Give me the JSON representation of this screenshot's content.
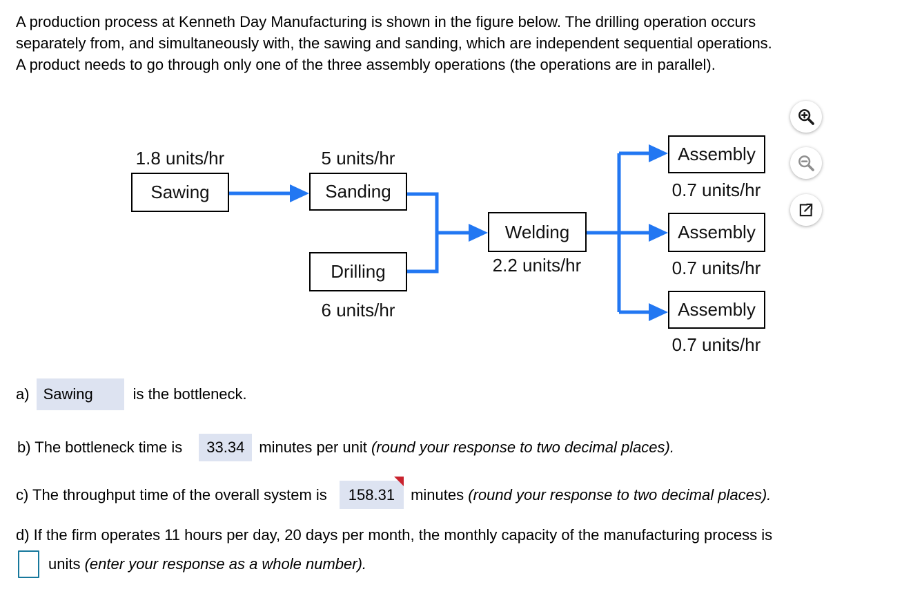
{
  "intro": {
    "lines": [
      "A production process at Kenneth Day Manufacturing is shown in the figure below. The drilling operation occurs",
      "separately from, and simultaneously with, the sawing and sanding, which are independent sequential operations.",
      "A product needs to go through only one of the three assembly operations (the operations are in parallel)."
    ]
  },
  "diagram": {
    "boxes": [
      {
        "label": "Sawing",
        "rate": "1.8 units/hr"
      },
      {
        "label": "Sanding",
        "rate": "5 units/hr"
      },
      {
        "label": "Drilling",
        "rate": "6 units/hr"
      },
      {
        "label": "Welding",
        "rate": "2.2 units/hr"
      },
      {
        "label": "Assembly",
        "rate": "0.7 units/hr"
      },
      {
        "label": "Assembly",
        "rate": "0.7 units/hr"
      },
      {
        "label": "Assembly",
        "rate": "0.7 units/hr"
      }
    ],
    "toolbar": {
      "zoom_in_icon": "zoom-in-magnifier",
      "zoom_out_icon": "zoom-out-magnifier",
      "open_icon": "open-in-new-window"
    }
  },
  "answers": {
    "a": {
      "prefix": "a)",
      "value": "Sawing",
      "suffix": "is the bottleneck."
    },
    "b": {
      "prefix": "b) The bottleneck time is",
      "value": "33.34",
      "unit": "minutes per unit",
      "note": "(round your response to two decimal places)."
    },
    "c": {
      "prefix": "c) The throughput time of the overall system is",
      "value": "158.31",
      "unit": "minutes",
      "note": "(round your response to two decimal places).",
      "flagged": "incorrect-flag"
    },
    "d": {
      "prefix": "d) If the firm operates 11 hours per day, 20 days per month, the monthly capacity of the manufacturing process is",
      "input_value": "",
      "unit": "units",
      "note": "(enter your response as a whole number)."
    }
  },
  "colors": {
    "arrow_blue": "#2277f2",
    "answer_highlight": "#dde3f1",
    "flag_red": "#c9232e",
    "input_border": "#17789c"
  }
}
